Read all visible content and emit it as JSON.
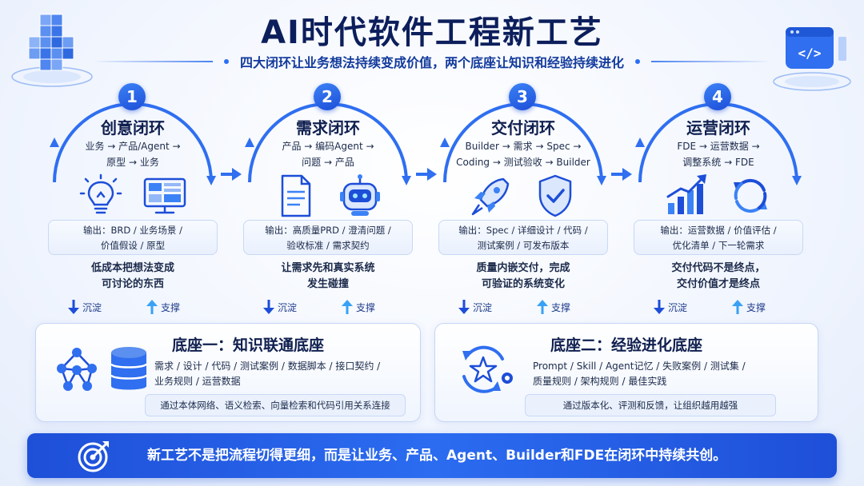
{
  "header": {
    "title": "AI时代软件工程新工艺",
    "subtitle": "四大闭环让业务想法持续变成价值，两个底座让知识和经验持续进化"
  },
  "loops": [
    {
      "number": "1",
      "title": "创意闭环",
      "flow_line1": "业务 → 产品/Agent →",
      "flow_line2": "原型 → 业务",
      "icons": [
        "lightbulb-icon",
        "dashboard-screen-icon"
      ],
      "output_line1": "输出：BRD / 业务场景 /",
      "output_line2": "价值假设 / 原型",
      "desc_line1": "低成本把想法变成",
      "desc_line2": "可讨论的东西",
      "down_label": "沉淀",
      "up_label": "支撑"
    },
    {
      "number": "2",
      "title": "需求闭环",
      "flow_line1": "产品 → 编码Agent →",
      "flow_line2": "问题 → 产品",
      "icons": [
        "document-icon",
        "robot-icon"
      ],
      "output_line1": "输出：高质量PRD / 澄清问题 /",
      "output_line2": "验收标准 / 需求契约",
      "desc_line1": "让需求先和真实系统",
      "desc_line2": "发生碰撞",
      "down_label": "沉淀",
      "up_label": "支撑"
    },
    {
      "number": "3",
      "title": "交付闭环",
      "flow_line1": "Builder → 需求 → Spec →",
      "flow_line2": "Coding → 测试验收 → Builder",
      "icons": [
        "rocket-icon",
        "shield-check-icon"
      ],
      "output_line1": "输出：Spec / 详细设计 / 代码 /",
      "output_line2": "测试案例 / 可发布版本",
      "desc_line1": "质量内嵌交付，完成",
      "desc_line2": "可验证的系统变化",
      "down_label": "沉淀",
      "up_label": "支撑"
    },
    {
      "number": "4",
      "title": "运营闭环",
      "flow_line1": "FDE → 运营数据 →",
      "flow_line2": "调整系统 → FDE",
      "icons": [
        "growth-chart-icon",
        "refresh-cycle-icon"
      ],
      "output_line1": "输出：运营数据 / 价值评估 /",
      "output_line2": "优化清单 / 下一轮需求",
      "desc_line1": "交付代码不是终点，",
      "desc_line2": "交付价值才是终点",
      "down_label": "沉淀",
      "up_label": "支撑"
    }
  ],
  "bases": [
    {
      "title": "底座一：知识联通底座",
      "items_line1": "需求 / 设计 / 代码 / 测试案例 / 数据脚本 / 接口契约 /",
      "items_line2": "业务规则 / 运营数据",
      "note": "通过本体网络、语义检索、向量检索和代码引用关系连接",
      "icons": [
        "network-graph-icon",
        "database-icon"
      ]
    },
    {
      "title": "底座二：经验进化底座",
      "items_line1": "Prompt / Skill / Agent记忆 / 失败案例 / 测试集 /",
      "items_line2": "质量规则 / 架构规则 / 最佳实践",
      "note": "通过版本化、评测和反馈，让组织越用越强",
      "icons": [
        "star-cycle-icon"
      ]
    }
  ],
  "footer": {
    "text": "新工艺不是把流程切得更细，而是让业务、产品、Agent、Builder和FDE在闭环中持续共创。",
    "icon": "target-icon"
  },
  "colors": {
    "primary": "#2563eb",
    "dark_navy": "#0c1e5b",
    "light_blue": "#e9f0fd"
  }
}
